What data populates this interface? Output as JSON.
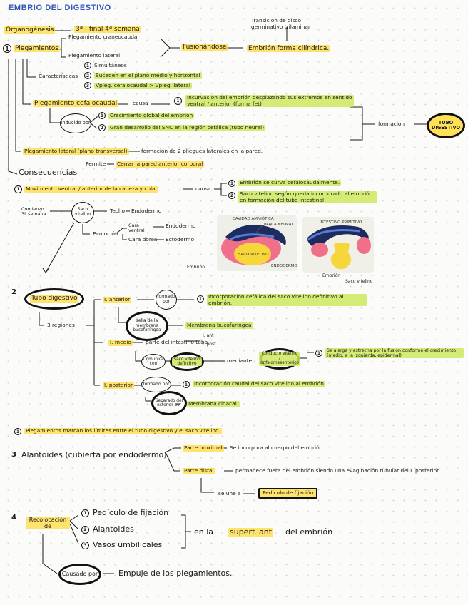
{
  "title": "EMBRIO DEL DIGESTIVO",
  "top": {
    "organogenesis": "Organogénesis",
    "period": "3ª - final 4ª semana",
    "transition": "Transición de disco germinativo trilaminar",
    "plegamientos_num": "1",
    "plegamientos": "Plegamientos",
    "cefalocaudal_short": "Plegamiento craneocaudal",
    "lateral_short": "Plegamiento lateral",
    "fusion": "Fusionándose",
    "embrion_forma": "Embrión forma cilíndrica."
  },
  "caracteristicas": {
    "label": "Características",
    "items": [
      {
        "n": "1",
        "text": "Simultáneos"
      },
      {
        "n": "2",
        "text": "Suceden en el plano medio y horizontal"
      },
      {
        "n": "3",
        "text": "Vpleg. cefalocaudal > Vpleg. lateral"
      }
    ]
  },
  "cefalocaudal": {
    "label": "Plegamiento cefalocaudal",
    "causa": "causa",
    "incurvation": "Incurvación del embrión desplazando sus extremos en sentido ventral / anterior (forma fet)",
    "inducido": "Inducido por",
    "items": [
      {
        "n": "1",
        "text": "Crecimiento global del embrión"
      },
      {
        "n": "2",
        "text": "Gran desarrollo del SNC en la región cefálica (tubo neural)"
      }
    ],
    "formacion": "formación",
    "tubo": "TUBO DIGESTIVO"
  },
  "lateral": {
    "label": "Plegamiento lateral (plano transversal)",
    "text": "formación de 2 pliegues laterales en la pared.",
    "permite": "Permite",
    "permite_text": "Cerrar la pared anterior corporal"
  },
  "consecuencias": "Consecuencias",
  "movimiento": {
    "n": "1",
    "text": "Movimiento ventral / anterior de la cabeza y cola.",
    "causa": "causa",
    "items": [
      {
        "n": "1",
        "text": "Embrión se curva cefalocaudalmente."
      },
      {
        "n": "2",
        "text": "Saco vitelino según queda incorporado al embrión en formación del tubo intestinal"
      }
    ]
  },
  "saco": {
    "comienzo": "Comienzo 3ª semana",
    "saco": "Saco vitelino",
    "techo": "Techo",
    "endodermo": "Endodermo",
    "evolucion": "Evolución",
    "cara_ventral": "Cara ventral",
    "endodermo2": "Endodermo",
    "cara_dorsal": "Cara dorsal",
    "ectodermo": "Ectodermo"
  },
  "figures": {
    "left_captions": [
      "CAVIDAD AMNIÓTICA",
      "PLACA NEURAL",
      "SACO VITELINO",
      "ENDODERMO",
      "Embrión"
    ],
    "right_captions": [
      "INTESTINO PRIMITIVO",
      "Embrión",
      "Saco vitelino"
    ]
  },
  "tubo": {
    "n": "2",
    "label": "Tubo digestivo",
    "regiones": "3 regiones",
    "anterior": {
      "label": "I. anterior",
      "formado": "formado por",
      "item": "Incorporación cefálica del saco vitelino definitivo al embrión.",
      "sella": "sella de la membrana bucofaríngea",
      "sella_text": "Membrana bucofaríngea"
    },
    "medio": {
      "label": "I. medio",
      "parte": "parte del intestino tubo",
      "sub": [
        "I. ant",
        "I. post"
      ],
      "comunica": "Comunica con",
      "saco": "Saco vitelino definitivo",
      "mediante": "mediante",
      "conducto": "Conducto vitelino / onfalomesentérico",
      "alarga": "Se alarga y estrecha por la fusión conforme el crecimiento (medio, a la izquierda, epidermal)"
    },
    "posterior": {
      "label": "I. posterior",
      "formado": "formado por",
      "item": "Incorporación caudal del saco vitelino al embrión",
      "separado": "Separado del exterior por",
      "membrana": "Membrana cloacal."
    }
  },
  "limites": "Plegamientos marcan los límites entre el tubo digestivo y el saco vitelino.",
  "alantoides": {
    "n": "3",
    "label": "Alantoides (cubierta por endodermo)",
    "proximal": "Parte proximal",
    "proximal_text": "Se incorpora al cuerpo del embrión.",
    "distal": "Parte distal",
    "distal_text": "permanece fuera del embrión siendo una evaginación tubular del I. posterior",
    "se_une": "se une a",
    "pediculo": "Pedículo de fijación"
  },
  "recolocacion": {
    "n": "4",
    "label": "Recolocación de",
    "items": [
      {
        "n": "1",
        "text": "Pedículo de fijación"
      },
      {
        "n": "2",
        "text": "Alantoides"
      },
      {
        "n": "3",
        "text": "Vasos umbilicales"
      }
    ],
    "en_la": "en la",
    "superf": "superf. ant",
    "del_embrion": "del embrión",
    "causado": "Causado por",
    "empuje": "Empuje de los plegamientos."
  },
  "colors": {
    "title": "#3457b8",
    "yellow": "#ffde46",
    "green": "#cde85f",
    "pink": "#f06f8a",
    "navy": "#1d2b5f",
    "yolk": "#f6d63a"
  }
}
